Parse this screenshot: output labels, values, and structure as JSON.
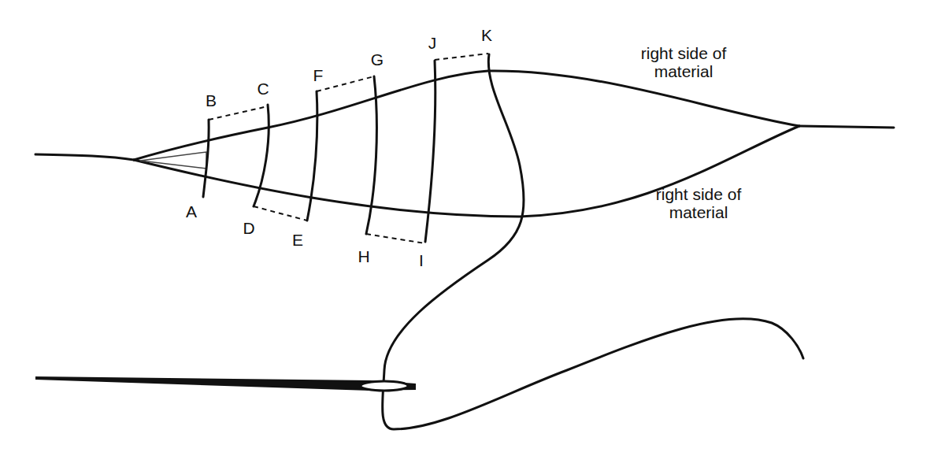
{
  "diagram": {
    "labels": [
      "B",
      "C",
      "F",
      "G",
      "J",
      "K",
      "right side of material",
      "A",
      "D",
      "E",
      "H",
      "I",
      "right side of material"
    ]
  }
}
